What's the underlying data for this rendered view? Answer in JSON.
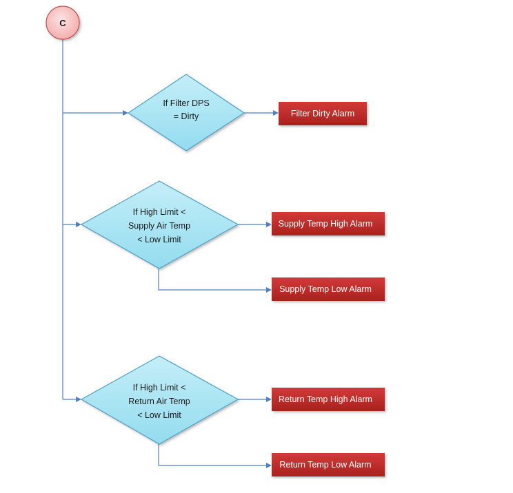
{
  "start": {
    "label": "C"
  },
  "decisions": [
    {
      "lines": [
        "If Filter DPS",
        "= Dirty"
      ]
    },
    {
      "lines": [
        "If High Limit <",
        "Supply Air Temp",
        "< Low Limit"
      ]
    },
    {
      "lines": [
        "If High Limit <",
        "Return Air Temp",
        "< Low Limit"
      ]
    }
  ],
  "alarms": {
    "filter_dirty": "Filter Dirty Alarm",
    "supply_high": "Supply Temp High Alarm",
    "supply_low": "Supply Temp Low Alarm",
    "return_high": "Return Temp High Alarm",
    "return_low": "Return Temp Low Alarm"
  },
  "colors": {
    "connector": "#4f7fc0",
    "decision_fill": "#a9e4f3",
    "decision_stroke": "#4f9ec4",
    "alarm_fill": "#c0312f",
    "start_fill": "#f7c4c4",
    "start_stroke": "#c0504d"
  }
}
